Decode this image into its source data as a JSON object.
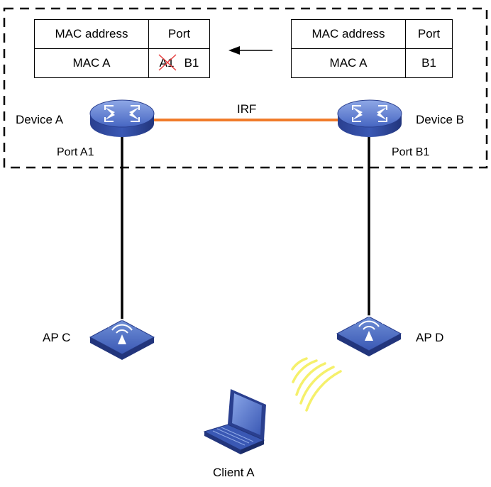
{
  "table_a": {
    "header": [
      "MAC address",
      "Port"
    ],
    "row": {
      "mac": "MAC A",
      "old_port": "A1",
      "new_port": "B1"
    }
  },
  "table_b": {
    "header": [
      "MAC address",
      "Port"
    ],
    "row": {
      "mac": "MAC A",
      "port": "B1"
    }
  },
  "devices": {
    "device_a": "Device A",
    "device_b": "Device B",
    "port_a": "Port A1",
    "port_b": "Port B1"
  },
  "link_label": "IRF",
  "aps": {
    "ap_c": "AP C",
    "ap_d": "AP D"
  },
  "client": "Client A",
  "colors": {
    "irf_link": "#f07b2a",
    "device_blue": "#2e4fa8",
    "device_light": "#6f8fd6",
    "wifi_yellow": "#f5f06b",
    "strike_red": "#e84040"
  }
}
